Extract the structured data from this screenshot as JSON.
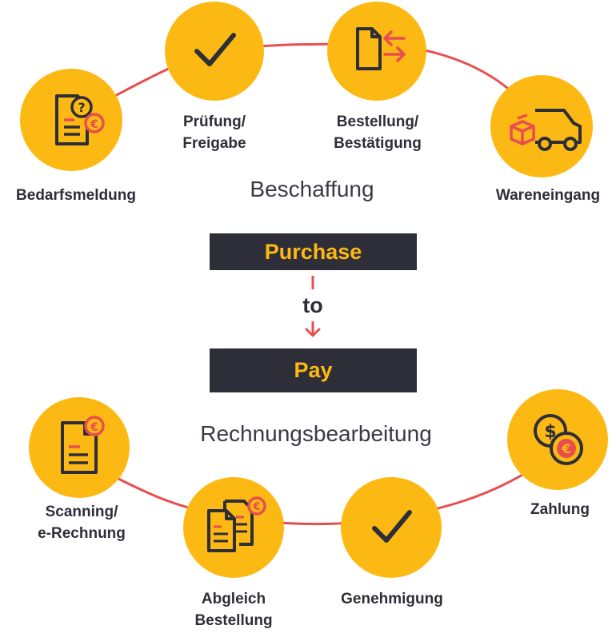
{
  "colors": {
    "accent_yellow": "#FDB913",
    "dark": "#2E2E38",
    "red": "#E84E4F"
  },
  "procurement": {
    "title": "Beschaffung",
    "steps": [
      {
        "icon": "document-question-euro-icon",
        "label": "Bedarfsmeldung"
      },
      {
        "icon": "checkmark-icon",
        "label_line1": "Prüfung/",
        "label_line2": "Freigabe"
      },
      {
        "icon": "document-exchange-arrows-icon",
        "label_line1": "Bestellung/",
        "label_line2": "Bestätigung"
      },
      {
        "icon": "delivery-truck-boxes-icon",
        "label": "Wareneingang"
      }
    ]
  },
  "center": {
    "top_bar": "Purchase",
    "connector": "to",
    "bottom_bar": "Pay"
  },
  "invoice_processing": {
    "title": "Rechnungsbearbeitung",
    "steps": [
      {
        "icon": "document-euro-icon",
        "label_line1": "Scanning/",
        "label_line2": "e-Rechnung"
      },
      {
        "icon": "documents-euro-icon",
        "label_line1": "Abgleich",
        "label_line2": "Bestellung"
      },
      {
        "icon": "checkmark-icon",
        "label": "Genehmigung"
      },
      {
        "icon": "coins-dollar-euro-icon",
        "label": "Zahlung"
      }
    ]
  }
}
